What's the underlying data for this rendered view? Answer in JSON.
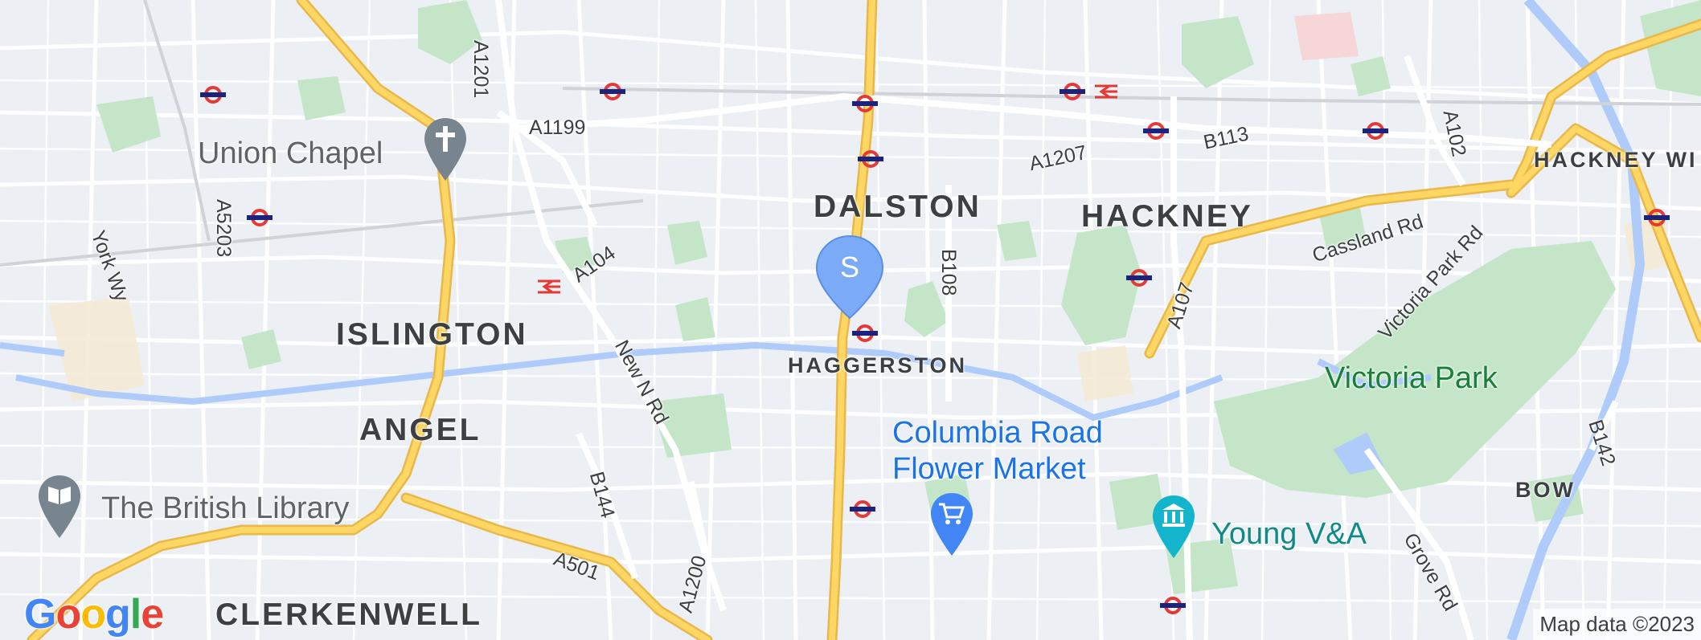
{
  "map": {
    "districts": {
      "dalston": "DALSTON",
      "hackney": "HACKNEY",
      "islington": "ISLINGTON",
      "angel": "ANGEL",
      "haggerston": "HAGGERSTON",
      "clerkenwell": "CLERKENWELL",
      "bow": "BOW",
      "hackney_wick": "HACKNEY WI"
    },
    "roads": {
      "a1201": "A1201",
      "a1199": "A1199",
      "a1207": "A1207",
      "b113": "B113",
      "a102": "A102",
      "a5203": "A5203",
      "york_wy": "York Wy",
      "a104": "A104",
      "b108": "B108",
      "a107": "A107",
      "cassland_rd": "Cassland Rd",
      "victoria_park_rd": "Victoria Park Rd",
      "new_n_rd": "New N Rd",
      "b144": "B144",
      "a1200": "A1200",
      "a501": "A501",
      "grove_rd": "Grove Rd",
      "b142": "B142"
    },
    "pois": {
      "union_chapel": "Union Chapel",
      "british_library": "The British Library",
      "columbia_line1": "Columbia Road",
      "columbia_line2": "Flower Market",
      "young_va": "Young V&A"
    },
    "parks": {
      "victoria_park": "Victoria Park"
    },
    "marker": {
      "letter": "S",
      "color": "#7baaf7"
    },
    "branding": {
      "google_letters": [
        "G",
        "o",
        "o",
        "g",
        "l",
        "e"
      ],
      "google_colors": [
        "#4285f4",
        "#ea4335",
        "#fbbc05",
        "#4285f4",
        "#34a853",
        "#ea4335"
      ],
      "attribution": "Map data ©2023"
    },
    "colors": {
      "land": "#eceff3",
      "park": "#c4e5c8",
      "water": "#aecbfa",
      "major_road": "#fdd663",
      "road_casing": "#e8b84a",
      "tube": "#e53935",
      "tube_bar": "#1a237e"
    }
  }
}
